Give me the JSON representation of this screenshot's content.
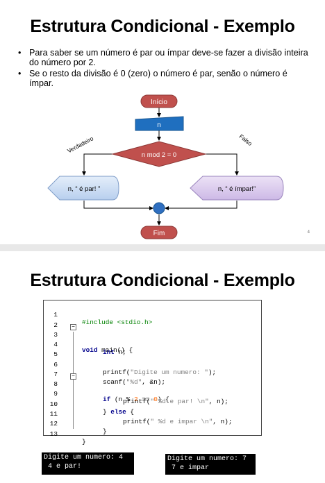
{
  "slide1": {
    "title": "Estrutura Condicional - Exemplo",
    "bullets": [
      "Para saber se um número é par ou ímpar deve-se fazer a divisão inteira do número por 2.",
      "Se o resto da divisão é 0 (zero) o número é par, senão o número é ímpar."
    ],
    "flow": {
      "start": "Início",
      "input": "n",
      "decision": "n mod 2 = 0",
      "true_label": "Verdadeiro",
      "false_label": "Falso",
      "output_true": "n, “ é par! ”",
      "output_false": "n, “ é ímpar!”",
      "end": "Fim"
    },
    "page_number": "4",
    "colors": {
      "terminator": "#c0504d",
      "input": "#1f6fbf",
      "decision": "#c0504d",
      "out_true": "#c5d9f1",
      "out_false": "#d9c8ec",
      "connector": "#1f6fbf"
    }
  },
  "slide2": {
    "title": "Estrutura Condicional - Exemplo",
    "code_lines": [
      {
        "n": "1"
      },
      {
        "n": "2"
      },
      {
        "n": "3"
      },
      {
        "n": "4"
      },
      {
        "n": "5"
      },
      {
        "n": "6"
      },
      {
        "n": "7"
      },
      {
        "n": "8"
      },
      {
        "n": "9"
      },
      {
        "n": "10"
      },
      {
        "n": "11"
      },
      {
        "n": "12"
      },
      {
        "n": "13"
      }
    ],
    "code": {
      "l1_a": "#include ",
      "l1_b": "<stdio.h>",
      "l3_a": "void",
      "l3_b": " main() {",
      "l4_a": "int",
      "l4_b": " n;",
      "l6_a": "printf(",
      "l6_b": "\"Digite um numero: \"",
      "l6_c": ");",
      "l7_a": "scanf(",
      "l7_b": "\"%d\"",
      "l7_c": ", &n);",
      "l8_a": "if",
      "l8_b": " (n % ",
      "l8_c": "2",
      "l8_d": " == ",
      "l8_e": "0",
      "l8_f": ") {",
      "l9_a": "printf(",
      "l9_b": "\" %d e par! \\n\"",
      "l9_c": ", n);",
      "l10_a": "} ",
      "l10_b": "else",
      "l10_c": " {",
      "l11_a": "printf(",
      "l11_b": "\" %d e impar \\n\"",
      "l11_c": ", n);",
      "l12": "}",
      "l13": "}"
    },
    "terminal1": [
      "Digite um numero: 4",
      " 4 e par!"
    ],
    "terminal2": [
      "Digite um numero: 7",
      " 7 e impar"
    ]
  }
}
